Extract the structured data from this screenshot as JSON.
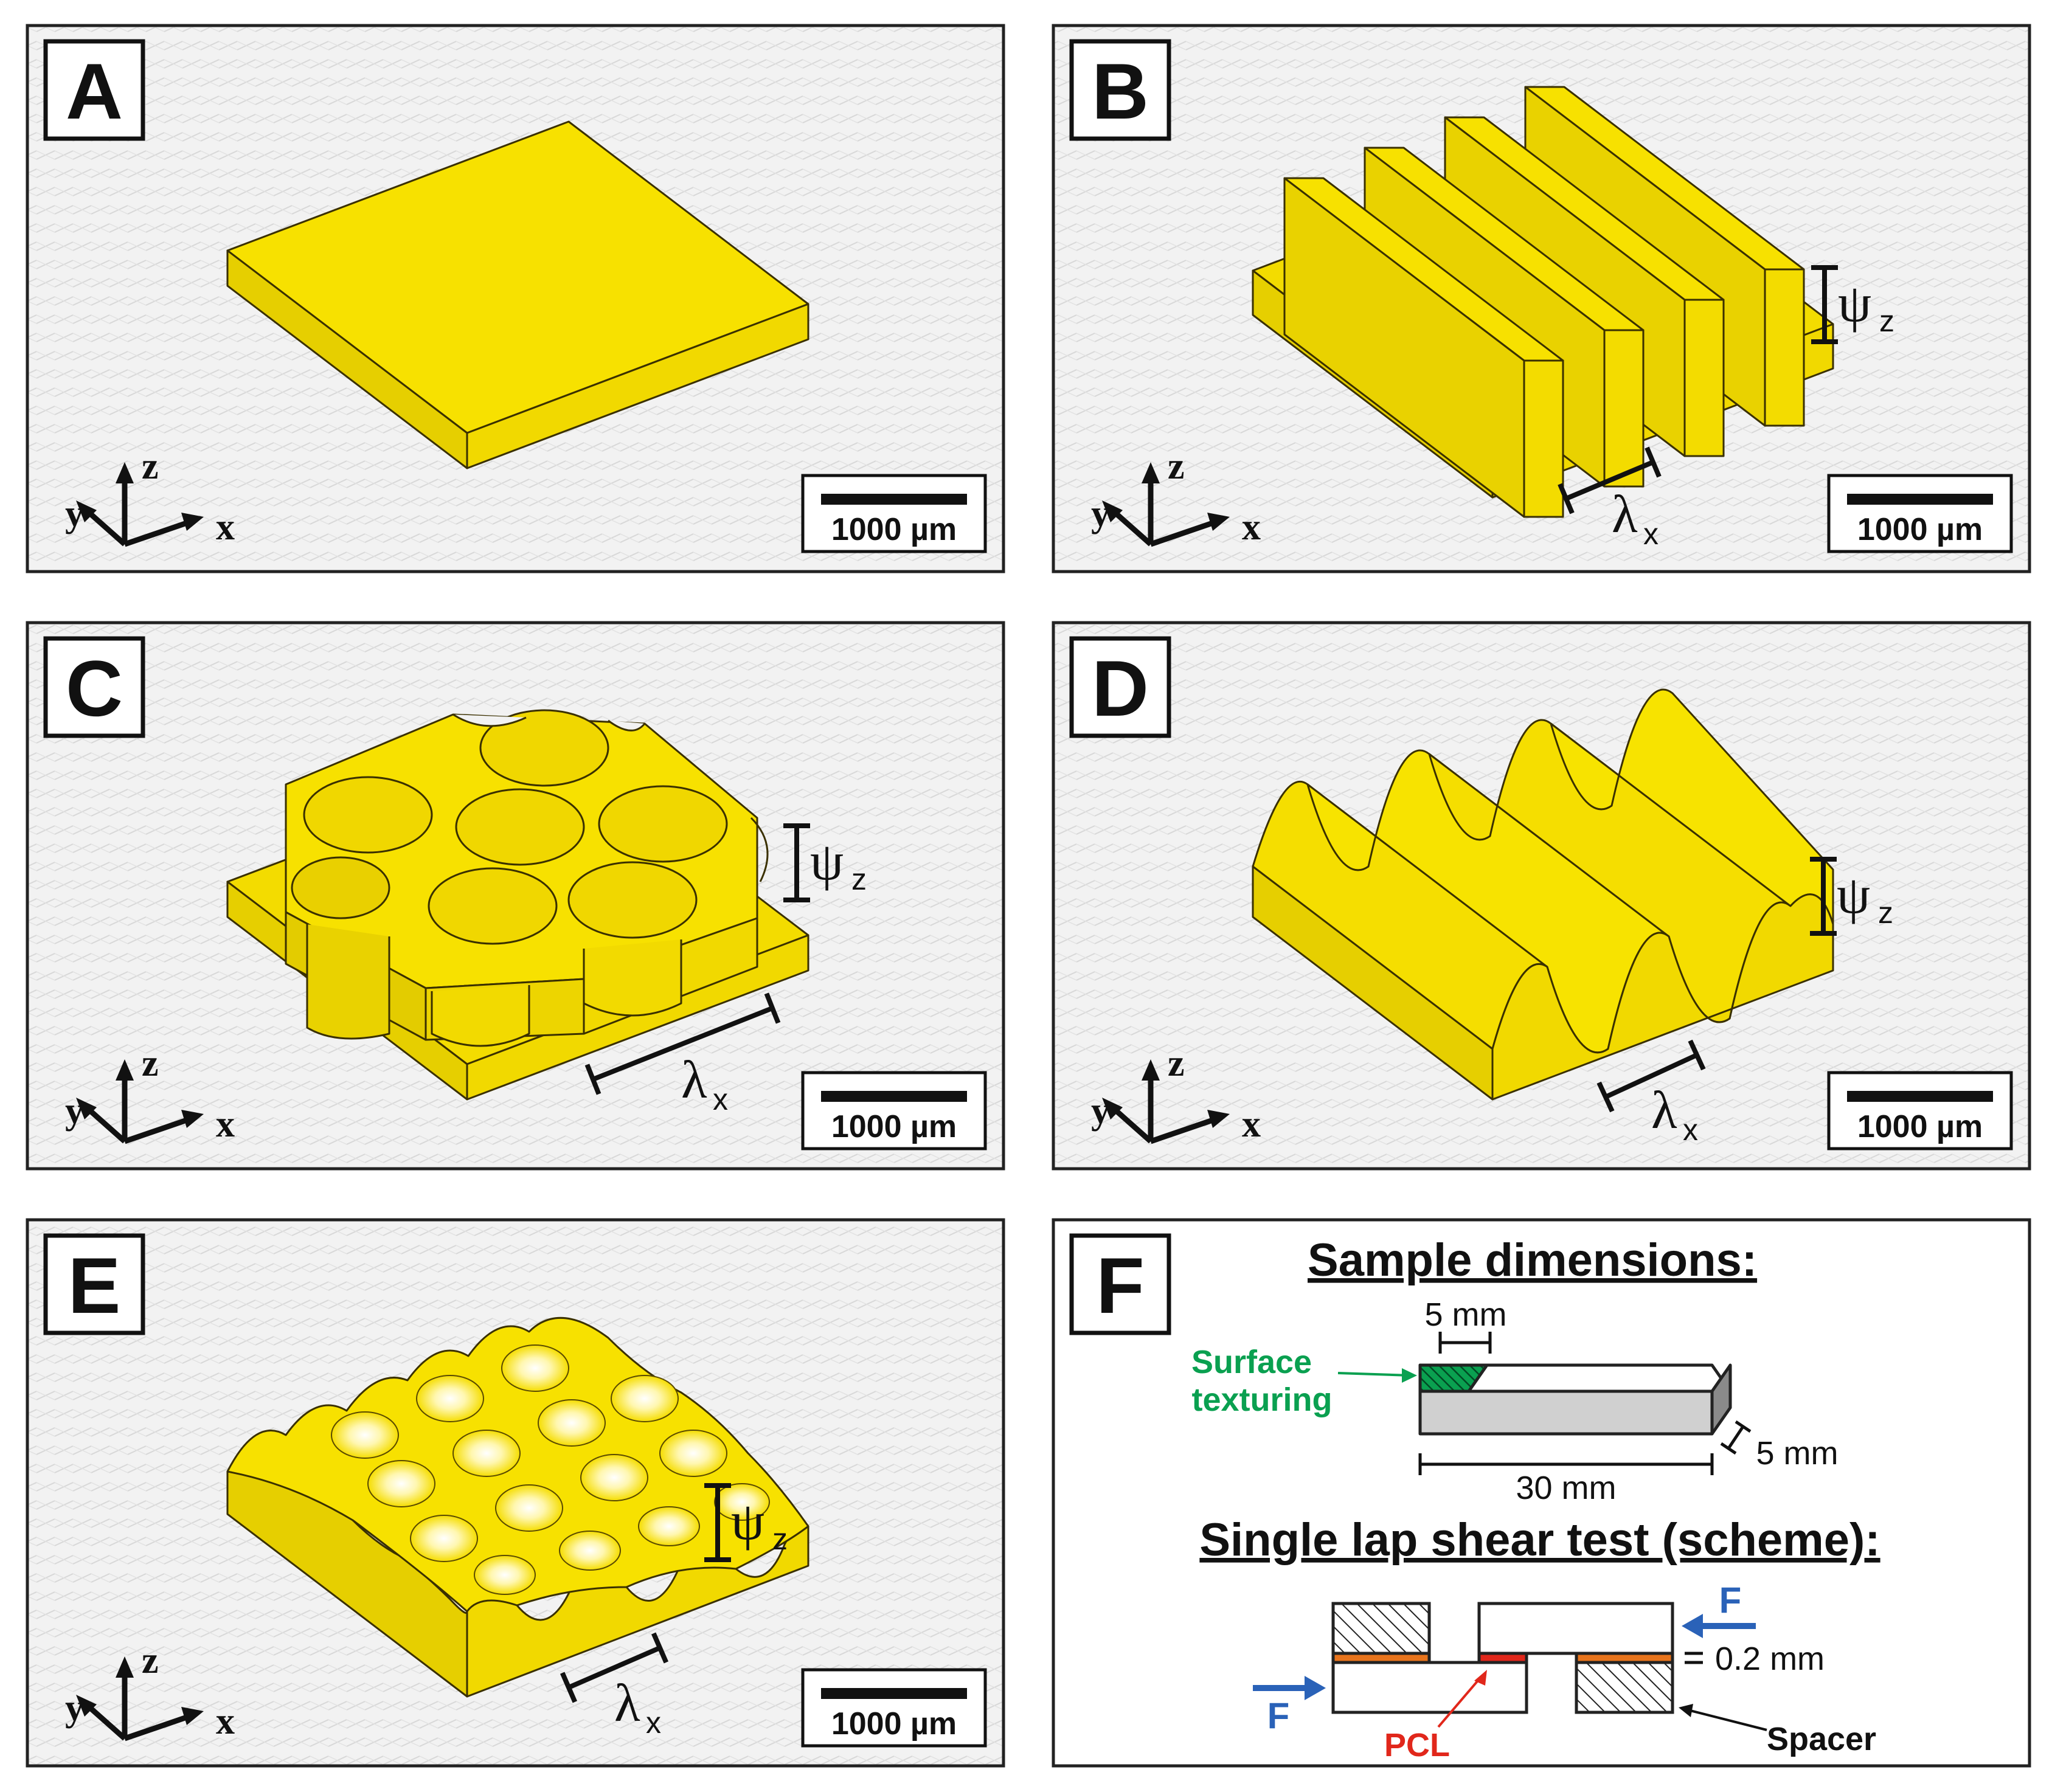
{
  "colors": {
    "gold": "#f7e100",
    "gold_dark": "#d9c400",
    "gold_shadow": "#bfae00",
    "green": "#0aa050",
    "red": "#e1271b",
    "blue": "#2a62b8",
    "orange": "#e8741c",
    "grey_bar": "#d0d0d0"
  },
  "scale_label": "1000 µm",
  "axes": {
    "x": "x",
    "y": "y",
    "z": "z"
  },
  "symbols": {
    "psi": "ψ",
    "psi_sub": "z",
    "lambda": "λ",
    "lambda_sub": "x"
  },
  "panels": {
    "a": {
      "label": "A"
    },
    "b": {
      "label": "B"
    },
    "c": {
      "label": "C"
    },
    "d": {
      "label": "D"
    },
    "e": {
      "label": "E"
    },
    "f": {
      "label": "F"
    }
  },
  "panel_f": {
    "sample_title": "Sample dimensions:",
    "dim_top": "5 mm",
    "dim_side": "5 mm",
    "dim_length": "30 mm",
    "surface_line1": "Surface",
    "surface_line2": "texturing",
    "test_title": "Single lap shear test (scheme):",
    "force": "F",
    "gap": "0.2 mm",
    "pcl": "PCL",
    "spacer": "Spacer"
  }
}
